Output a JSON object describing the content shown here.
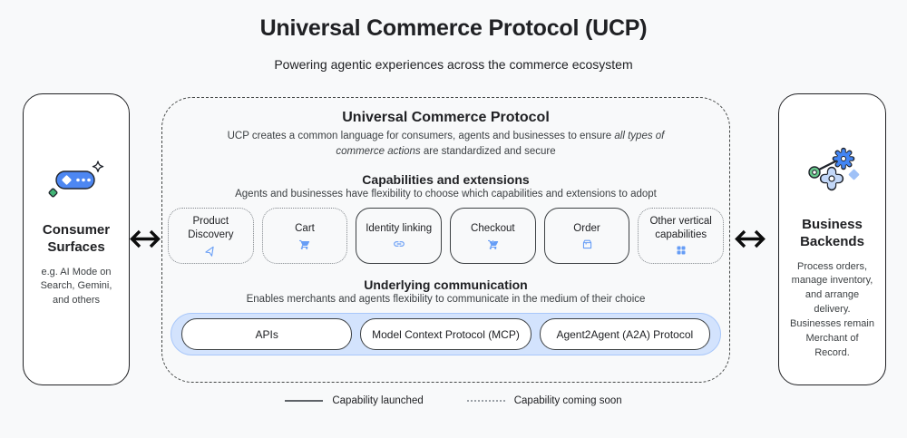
{
  "page": {
    "title": "Universal Commerce Protocol (UCP)",
    "subtitle": "Powering agentic experiences across the commerce ecosystem"
  },
  "consumer": {
    "title": "Consumer Surfaces",
    "description": "e.g. AI Mode on Search, Gemini, and others",
    "icon": "consumer-surfaces-icon"
  },
  "business": {
    "title": "Business Backends",
    "description": "Process orders, manage inventory, and arrange delivery. Businesses remain Merchant of Record.",
    "icon": "business-backends-icon"
  },
  "ucp": {
    "title": "Universal Commerce Protocol",
    "description_prefix": "UCP creates a common language for consumers, agents and businesses to ensure ",
    "description_italic": "all types of commerce actions",
    "description_suffix": " are standardized and secure",
    "capabilities_section": {
      "title": "Capabilities and extensions",
      "subtitle": "Agents and businesses have flexibility to choose which capabilities and extensions to adopt",
      "items": [
        {
          "label": "Product Discovery",
          "icon": "send-icon",
          "status": "coming-soon"
        },
        {
          "label": "Cart",
          "icon": "cart-icon",
          "status": "coming-soon"
        },
        {
          "label": "Identity linking",
          "icon": "link-icon",
          "status": "launched"
        },
        {
          "label": "Checkout",
          "icon": "cart-checkout-icon",
          "status": "launched"
        },
        {
          "label": "Order",
          "icon": "package-icon",
          "status": "launched"
        },
        {
          "label": "Other vertical capabilities",
          "icon": "grid-icon",
          "status": "coming-soon"
        }
      ]
    },
    "communication_section": {
      "title": "Underlying communication",
      "subtitle": "Enables merchants and agents flexibility to communicate in the medium of their choice",
      "items": [
        {
          "label": "APIs"
        },
        {
          "label": "Model Context Protocol (MCP)"
        },
        {
          "label": "Agent2Agent (A2A) Protocol"
        }
      ]
    }
  },
  "legend": {
    "launched": "Capability launched",
    "coming_soon": "Capability coming soon"
  },
  "colors": {
    "accent_blue": "#669df6",
    "pill_blue": "#4d87f2",
    "container_blue": "#d3e3fd",
    "green": "#41b375",
    "text_dark": "#202124",
    "text_gray": "#3c4043",
    "background": "#f8f9fa"
  }
}
